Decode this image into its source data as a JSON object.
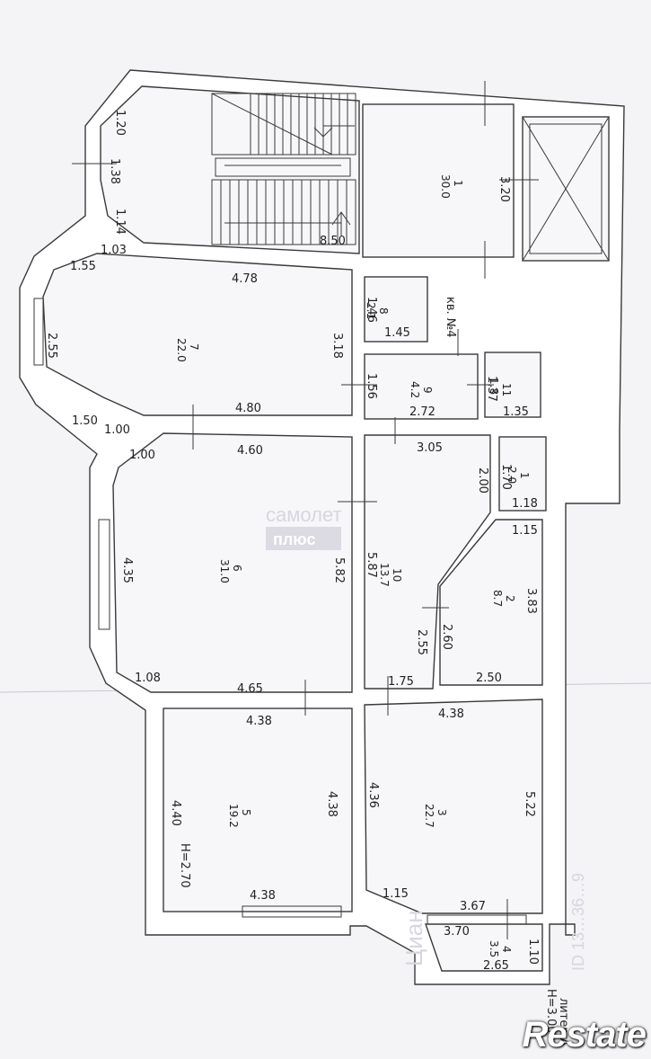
{
  "watermark": {
    "line1": "самолет",
    "line2": "плюс",
    "side_brand": "Циан",
    "side_id": "ID 13…36…9",
    "brand": "Restate"
  },
  "header_label": "кв. №4",
  "litera": "литер А",
  "heights": {
    "main": "H=3.00",
    "room5": "H=2.70"
  },
  "rooms": [
    {
      "id": "1",
      "area": "30.0"
    },
    {
      "id": "7",
      "area": "22.0"
    },
    {
      "id": "8",
      "area": "2.1"
    },
    {
      "id": "9",
      "area": "4.2"
    },
    {
      "id": "11",
      "area": "1.8"
    },
    {
      "id": "1",
      "area": "2.0"
    },
    {
      "id": "6",
      "area": "31.0"
    },
    {
      "id": "10",
      "area": "13.7"
    },
    {
      "id": "2",
      "area": "8.7"
    },
    {
      "id": "5",
      "area": "19.2"
    },
    {
      "id": "3",
      "area": "22.7"
    },
    {
      "id": "4",
      "area": "3.5"
    }
  ],
  "dims": {
    "stair_top": "1.20",
    "stair_mid": "1.38",
    "stair_low": "1.14",
    "hall_depth": "3.20",
    "hall_len": "8.50",
    "r7_c1": "1.03",
    "r7_c2": "1.55",
    "r7_top": "4.78",
    "r7_side": "2.55",
    "r7_w": "3.18",
    "r7_c3": "1.50",
    "r7_c4": "1.00",
    "r7_bottom": "4.80",
    "r8_h": "1.46",
    "r8_w": "1.45",
    "r9_h": "1.56",
    "r9_w": "2.72",
    "r11_h": "1.37",
    "r11_w": "1.35",
    "r6_top": "4.60",
    "r6_c1": "1.00",
    "r6_side": "4.35",
    "r6_w": "5.82",
    "r6_c2": "1.08",
    "r6_bottom": "4.65",
    "r10_top": "3.05",
    "r10_a": "2.00",
    "r10_side": "5.87",
    "r10_b": "2.55",
    "r10_c": "2.60",
    "r10_bottom": "1.75",
    "r1b_h": "1.70",
    "r1b_w": "1.18",
    "r2_top": "1.15",
    "r2_side": "3.83",
    "r2_bottom": "2.50",
    "r5_top": "4.38",
    "r5_side_l": "4.40",
    "r5_side_r": "4.38",
    "r5_bottom": "4.38",
    "r3_top": "4.38",
    "r3_side_l": "4.36",
    "r3_side_r": "5.22",
    "r3_c": "1.15",
    "r3_bottom": "3.67",
    "r4_a": "3.70",
    "r4_b": "2.65",
    "r4_c": "1.10"
  }
}
